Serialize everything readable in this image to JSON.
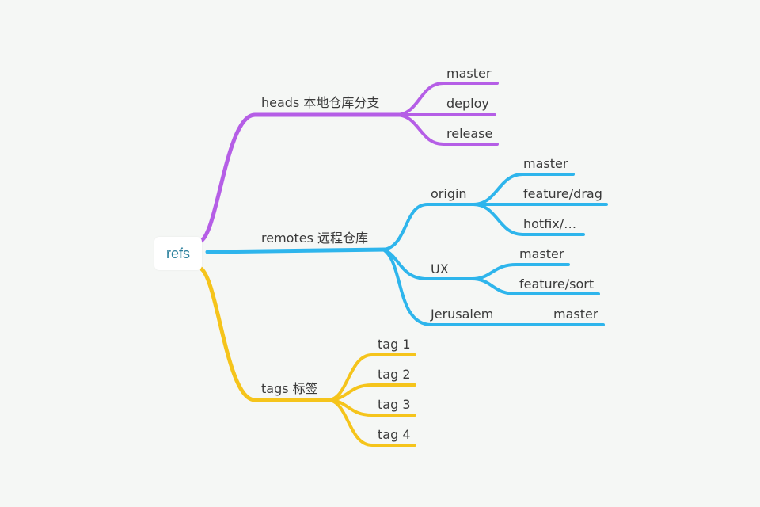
{
  "root": {
    "label": "refs"
  },
  "colors": {
    "heads": "#b55ee6",
    "remotes": "#2eb5ec",
    "tags": "#f5c41b"
  },
  "branches": {
    "heads": {
      "label": "heads 本地仓库分支",
      "children": [
        "master",
        "deploy",
        "release"
      ]
    },
    "remotes": {
      "label": "remotes 远程仓库",
      "origin": {
        "label": "origin",
        "children": [
          "master",
          "feature/drag",
          "hotfix/…"
        ]
      },
      "ux": {
        "label": "UX",
        "children": [
          "master",
          "feature/sort"
        ]
      },
      "jerusalem": {
        "label": "Jerusalem",
        "children": [
          "master"
        ]
      }
    },
    "tags": {
      "label": "tags 标签",
      "children": [
        "tag 1",
        "tag 2",
        "tag 3",
        "tag 4"
      ]
    }
  }
}
